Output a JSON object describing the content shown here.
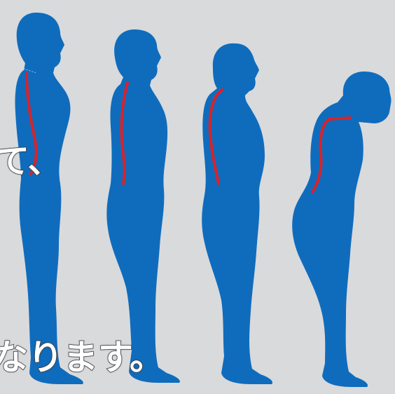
{
  "caption": {
    "upper_fragment": "て、",
    "lower_fragment": "なります。"
  },
  "colors": {
    "background": "#d9dadc",
    "figure_fill": "#0f6cbd",
    "spine_line": "#d8232a",
    "text_fill": "#ffffff",
    "text_outline": "#3a3a3a"
  },
  "figures": [
    {
      "stage": "upright-posture",
      "icon": "woman-silhouette"
    },
    {
      "stage": "slight-curve",
      "icon": "woman-silhouette"
    },
    {
      "stage": "rounded-back",
      "icon": "woman-silhouette"
    },
    {
      "stage": "severe-stoop",
      "icon": "woman-silhouette"
    }
  ]
}
